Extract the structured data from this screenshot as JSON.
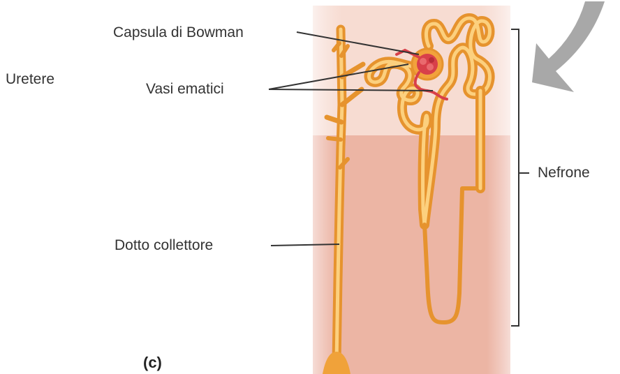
{
  "labels": {
    "ureter": "Uretere",
    "bowman": "Capsula di Bowman",
    "vessels": "Vasi ematici",
    "duct": "Dotto collettore",
    "nephron": "Nefrone"
  },
  "panel": "(c)",
  "colors": {
    "cortex": "#f7dcd2",
    "medulla": "#ecb5a4",
    "tubule": "#f6a43a",
    "tubule_light": "#fcd07e",
    "glomerulus": "#d8404a",
    "arrow": "#a8a8a8",
    "line": "#333333"
  }
}
